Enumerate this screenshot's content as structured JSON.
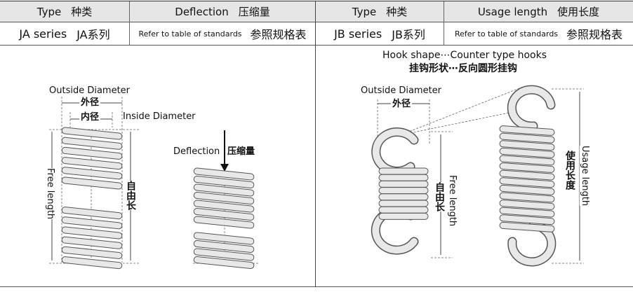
{
  "table": {
    "header": [
      {
        "en": "Type",
        "zh": "种类"
      },
      {
        "en": "Deflection",
        "zh": "压缩量"
      },
      {
        "en": "Type",
        "zh": "种类"
      },
      {
        "en": "Usage length",
        "zh": "使用长度"
      }
    ],
    "row": [
      {
        "en": "JA series",
        "zh": "JA系列"
      },
      {
        "en": "Refer to table of standards",
        "zh": "参照规格表"
      },
      {
        "en": "JB series",
        "zh": "JB系列"
      },
      {
        "en": "Refer to table of standards",
        "zh": "参照规格表"
      }
    ]
  },
  "left_figure": {
    "outside_diameter": "Outside Diameter",
    "outside_diameter_zh": "外径",
    "inside_diameter_zh": "内径",
    "inside_diameter": "Inside Diameter",
    "free_length": "Free length",
    "free_length_zh": "自由长",
    "deflection": "Deflection",
    "deflection_zh": "压缩量"
  },
  "right_figure": {
    "hook_shape": "Hook shape⋯Counter type hooks",
    "hook_shape_zh": "挂钩形状⋯反向圆形挂钩",
    "outside_diameter": "Outside Diameter",
    "outside_diameter_zh": "外径",
    "free_length": "Free length",
    "free_length_zh": "自由长",
    "usage_length": "Usage length",
    "usage_length_zh": "使用长度"
  },
  "colors": {
    "header_bg": "#e6e6e6",
    "spring_fill": "#e8e8e8",
    "spring_stroke": "#555555"
  }
}
